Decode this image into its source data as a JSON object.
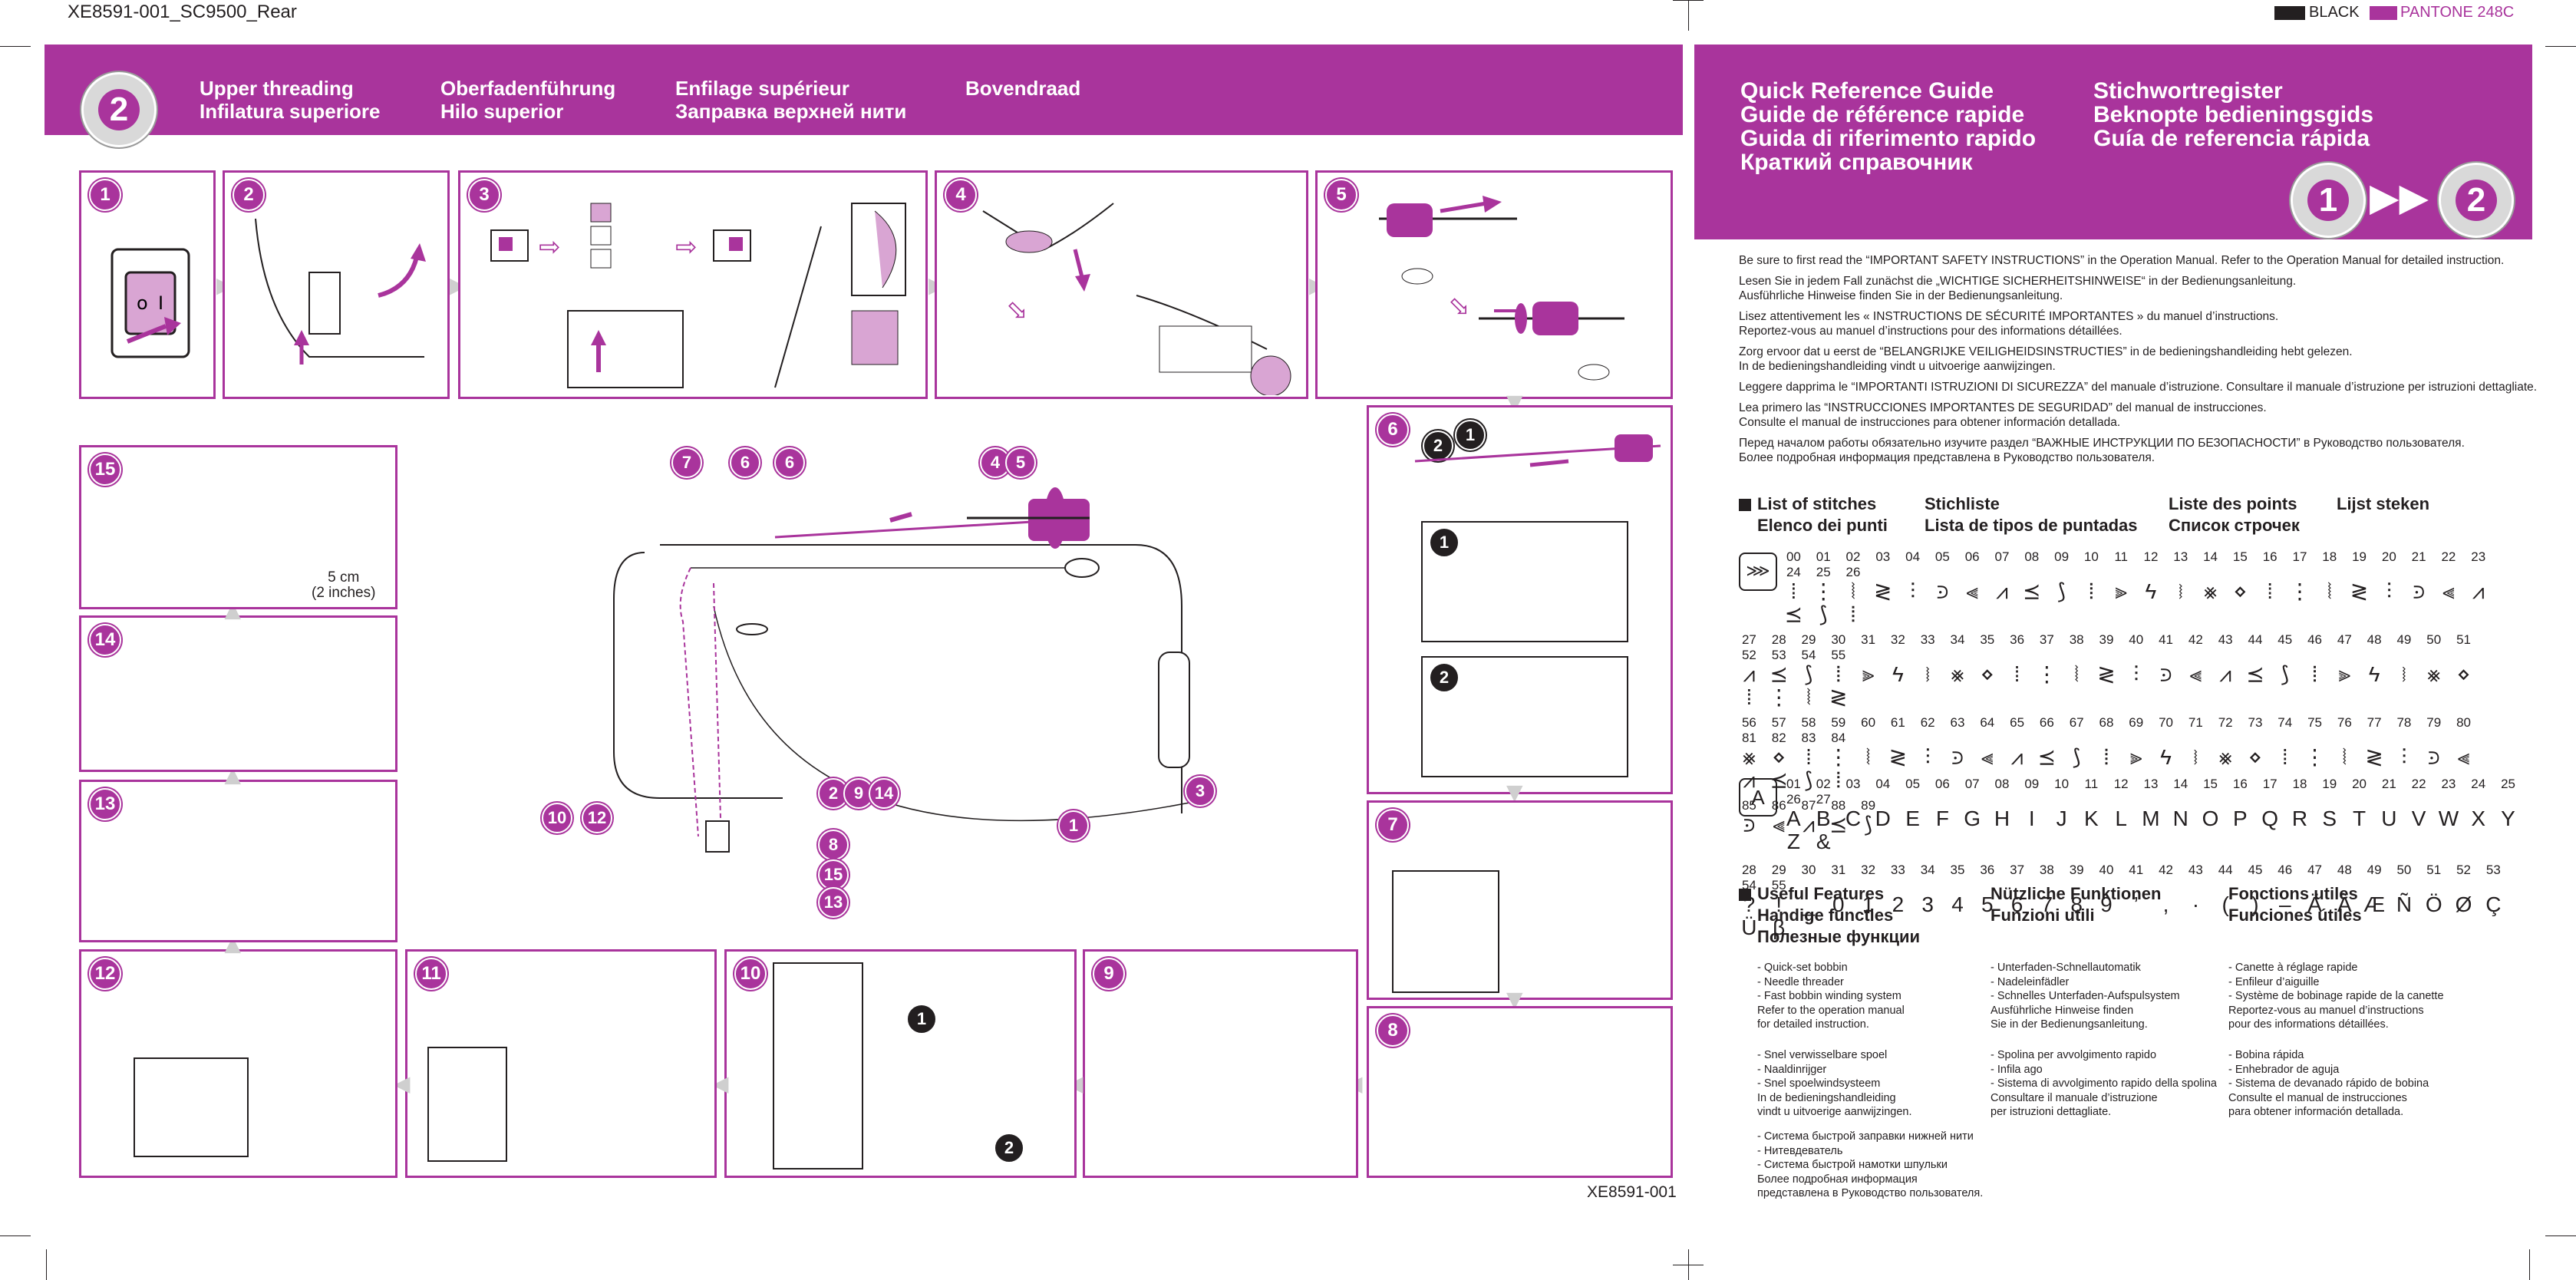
{
  "doc_id": "XE8591-001_SC9500_Rear",
  "footer_code": "XE8591-001",
  "swatches": {
    "black_label": "BLACK",
    "pantone_label": "PANTONE 248C",
    "accent": "#a9349c"
  },
  "threading": {
    "badge": "2",
    "titles": [
      {
        "line1": "Upper threading",
        "line2": "Infilatura superiore"
      },
      {
        "line1": "Oberfadenführung",
        "line2": "Hilo superior"
      },
      {
        "line1": "Enfilage supérieur",
        "line2": "Заправка верхней нити"
      },
      {
        "line1": "Bovendraad",
        "line2": ""
      }
    ],
    "steps": [
      "1",
      "2",
      "3",
      "4",
      "5",
      "6",
      "7",
      "8",
      "9",
      "10",
      "11",
      "12",
      "13",
      "14",
      "15"
    ],
    "callouts": {
      "c7": "7",
      "c6a": "6",
      "c6b": "6",
      "c4": "4",
      "c5": "5",
      "c2": "2",
      "c9": "9",
      "c14": "14",
      "c3": "3",
      "c1": "1",
      "c10": "10",
      "c12": "12",
      "c8": "8",
      "c15": "15",
      "c13": "13"
    },
    "measure": {
      "metric": "5 cm",
      "imperial": "(2 inches)"
    },
    "sub_badges": {
      "one": "1",
      "two": "2"
    }
  },
  "qrg": {
    "titles_left": [
      "Quick Reference Guide",
      "Guide de référence rapide",
      "Guida di riferimento rapido",
      "Краткий справочник"
    ],
    "titles_right": [
      "Stichwortregister",
      "Beknopte bedieningsgids",
      "Guía de referencia rápida"
    ],
    "progress": {
      "from": "1",
      "to": "2"
    },
    "paragraphs": [
      "Be sure to first read the “IMPORTANT SAFETY INSTRUCTIONS” in the Operation Manual. Refer to the Operation Manual for detailed instruction.",
      "Lesen Sie in jedem Fall zunächst die „WICHTIGE SICHERHEITSHINWEISE“ in der Bedienungsanleitung.",
      "Ausführliche Hinweise finden Sie in der Bedienungsanleitung.",
      "Lisez attentivement les « INSTRUCTIONS DE SÉCURITÉ IMPORTANTES » du manuel d’instructions.",
      "Reportez-vous au manuel d’instructions pour des informations détaillées.",
      "Zorg ervoor dat u eerst de “BELANGRIJKE VEILIGHEIDSINSTRUCTIES” in de bedieningshandleiding hebt gelezen.",
      "In de bedieningshandleiding vindt u uitvoerige aanwijzingen.",
      "Leggere dapprima le “IMPORTANTI ISTRUZIONI DI SICUREZZA” del manuale d’istruzione. Consultare il manuale d’istruzione per istruzioni dettagliate.",
      "Lea primero las “INSTRUCCIONES IMPORTANTES DE SEGURIDAD” del manual de instrucciones.",
      "Consulte el manual de instrucciones para obtener información detallada.",
      "Перед началом работы обязательно изучите раздел “ВАЖНЫЕ ИНСТРУКЦИИ ПО БЕЗОПАСНОСТИ” в Руководство пользователя.",
      "Более подробная информация представлена в Руководство пользователя."
    ],
    "stitch_titles": {
      "t1a": "List of stitches",
      "t1b": "Elenco dei punti",
      "t2a": "Stichliste",
      "t2b": "Lista de tipos de puntadas",
      "t3a": "Liste des points",
      "t3b": "Список строчек",
      "t4a": "Lijst steken"
    },
    "stitch_rows": [
      [
        "00",
        "01",
        "02",
        "03",
        "04",
        "05",
        "06",
        "07",
        "08",
        "09",
        "10",
        "11",
        "12",
        "13",
        "14",
        "15",
        "16",
        "17",
        "18",
        "19",
        "20",
        "21",
        "22",
        "23",
        "24",
        "25",
        "26"
      ],
      [
        "27",
        "28",
        "29",
        "30",
        "31",
        "32",
        "33",
        "34",
        "35",
        "36",
        "37",
        "38",
        "39",
        "40",
        "41",
        "42",
        "43",
        "44",
        "45",
        "46",
        "47",
        "48",
        "49",
        "50",
        "51",
        "52",
        "53",
        "54",
        "55"
      ],
      [
        "56",
        "57",
        "58",
        "59",
        "60",
        "61",
        "62",
        "63",
        "64",
        "65",
        "66",
        "67",
        "68",
        "69",
        "70",
        "71",
        "72",
        "73",
        "74",
        "75",
        "76",
        "77",
        "78",
        "79",
        "80",
        "81",
        "82",
        "83",
        "84"
      ],
      [
        "85",
        "86",
        "87",
        "88",
        "89"
      ]
    ],
    "char_badge": "A",
    "char_nums_1": [
      "01",
      "02",
      "03",
      "04",
      "05",
      "06",
      "07",
      "08",
      "09",
      "10",
      "11",
      "12",
      "13",
      "14",
      "15",
      "16",
      "17",
      "18",
      "19",
      "20",
      "21",
      "22",
      "23",
      "24",
      "25",
      "26",
      "27"
    ],
    "char_glyphs_1": [
      "A",
      "B",
      "C",
      "D",
      "E",
      "F",
      "G",
      "H",
      "I",
      "J",
      "K",
      "L",
      "M",
      "N",
      "O",
      "P",
      "Q",
      "R",
      "S",
      "T",
      "U",
      "V",
      "W",
      "X",
      "Y",
      "Z",
      "&"
    ],
    "char_nums_2": [
      "28",
      "29",
      "30",
      "31",
      "32",
      "33",
      "34",
      "35",
      "36",
      "37",
      "38",
      "39",
      "40",
      "41",
      "42",
      "43",
      "44",
      "45",
      "46",
      "47",
      "48",
      "49",
      "50",
      "51",
      "52",
      "53",
      "54",
      "55"
    ],
    "char_glyphs_2": [
      "?",
      "!",
      "_",
      "0",
      "1",
      "2",
      "3",
      "4",
      "5",
      "6",
      "7",
      "8",
      "9",
      "’",
      ",",
      "·",
      "(",
      ")",
      "–",
      "Ä",
      "À",
      "Æ",
      "Ñ",
      "Ö",
      "Ø",
      "Ç",
      "Ü",
      "β"
    ],
    "features": {
      "title_en": "Useful Features",
      "title_nl": "Handige functies",
      "title_ru": "Полезные функции",
      "title_de": "Nützliche Funktionen",
      "title_it": "Funzioni utili",
      "title_fr": "Fonctions utiles",
      "title_es": "Funciones útiles",
      "en": [
        "- Quick-set bobbin",
        "- Needle threader",
        "- Fast bobbin winding system",
        "Refer to the operation manual",
        "for detailed instruction."
      ],
      "nl": [
        "- Snel verwisselbare spoel",
        "- Naaldinrijger",
        "- Snel spoelwindsysteem",
        "In de bedieningshandleiding",
        "vindt u uitvoerige aanwijzingen."
      ],
      "ru": [
        "- Система быстрой заправки нижней нити",
        "- Нитевдеватель",
        "- Система быстрой намотки шпульки",
        "Более подробная информация",
        "представлена в Руководство пользователя."
      ],
      "de": [
        "- Unterfaden-Schnellautomatik",
        "- Nadeleinfädler",
        "- Schnelles Unterfaden-Aufspulsystem",
        "Ausführliche Hinweise finden",
        "Sie in der Bedienungsanleitung."
      ],
      "it": [
        "- Spolina per avvolgimento rapido",
        "- Infila ago",
        "- Sistema di avvolgimento rapido della spolina",
        "Consultare il manuale d’istruzione",
        "per istruzioni dettagliate."
      ],
      "fr": [
        "- Canette à réglage rapide",
        "- Enfileur d’aiguille",
        "- Système de bobinage rapide de la canette",
        "Reportez-vous au manuel d’instructions",
        "pour des informations détaillées."
      ],
      "es": [
        "- Bobina rápida",
        "- Enhebrador de aguja",
        "- Sistema de devanado rápido de bobina",
        "Consulte el manual de instrucciones",
        "para obtener información detallada."
      ]
    }
  }
}
